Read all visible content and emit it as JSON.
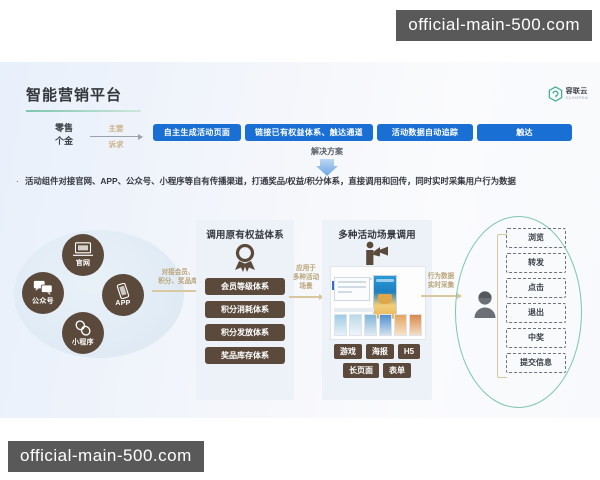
{
  "watermark": {
    "top": "official-main-500.com",
    "bottom": "official-main-500.com"
  },
  "slide": {
    "title": "智能营销平台",
    "logo": {
      "cn": "容联云",
      "en": "CLOOPEN",
      "color": "#3fae8e"
    },
    "accent_blue": "#1a6fd4",
    "accent_brown": "#5b4a3c",
    "accent_green": "#7fc5ae",
    "accent_gold": "#d8c79f"
  },
  "flow": {
    "source_label": "零售\n个金",
    "source_line1": "零售",
    "source_line2": "个金",
    "arrow_top": "主要",
    "arrow_bottom": "诉求",
    "pills": [
      "自主生成活动页面",
      "链接已有权益体系、触达通道",
      "活动数据自动追踪",
      "触达"
    ],
    "solution_label": "解决方案"
  },
  "bullet": {
    "dot": "·",
    "text": "活动组件对接官网、APP、公众号、小程序等自有传播渠道，打通奖品/权益/积分体系，直接调用和回传，同时实时采集用户行为数据"
  },
  "diagram": {
    "channels": [
      {
        "label": "官网",
        "icon": "laptop-icon"
      },
      {
        "label": "公众号",
        "icon": "chat-bubbles-icon"
      },
      {
        "label": "APP",
        "icon": "smartphone-icon"
      },
      {
        "label": "小程序",
        "icon": "link-chain-icon"
      }
    ],
    "connectors": [
      {
        "id": "c1",
        "line1": "对接会员、",
        "line2": "积分、奖品库"
      },
      {
        "id": "c2",
        "line1": "应用于",
        "line2": "多种活动",
        "line3": "场景"
      },
      {
        "id": "c3",
        "line1": "行为数据",
        "line2": "实时采集"
      }
    ],
    "rights_panel": {
      "title": "调用原有权益体系",
      "icon": "medal-icon",
      "items": [
        "会员等级体系",
        "积分消耗体系",
        "积分发放体系",
        "奖品库存体系"
      ]
    },
    "scene_panel": {
      "title": "多种活动场景调用",
      "icon": "megaphone-icon",
      "mockup_name": "activity-page-mockup",
      "tags_row1": [
        "游戏",
        "海报",
        "H5"
      ],
      "tags_row2": [
        "长页面",
        "表单"
      ]
    },
    "behavior_panel": {
      "icon": "user-avatar-icon",
      "items": [
        "浏览",
        "转发",
        "点击",
        "退出",
        "中奖",
        "提交信息"
      ]
    }
  }
}
